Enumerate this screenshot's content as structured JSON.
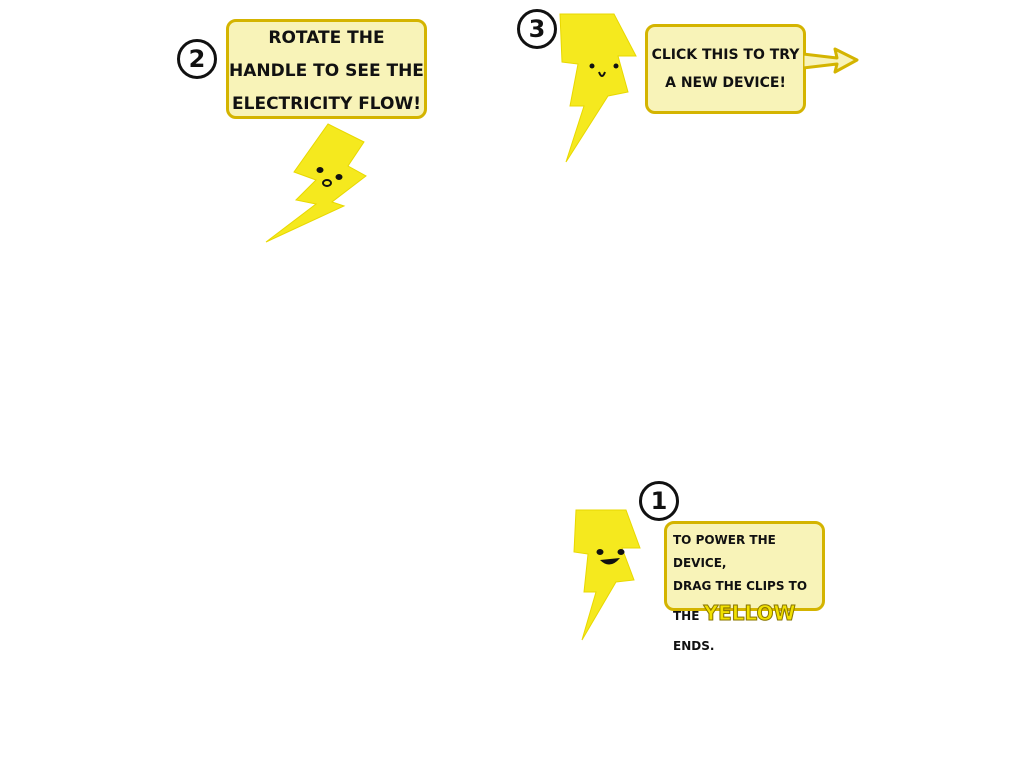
{
  "steps": {
    "one": "1",
    "two": "2",
    "three": "3"
  },
  "tip_rotate": {
    "line1": "Rotate the",
    "line2": "handle to see the",
    "line3": "electricity flow!"
  },
  "tip_new_device": {
    "line1": "Click this to try",
    "line2": "a new device!"
  },
  "tip_power": {
    "line1": "To power the device,",
    "line2": "drag the clips to",
    "line3_prefix": "the",
    "line3_highlight": "YELLOW",
    "line3_suffix": "ends."
  },
  "colors": {
    "bolt": "#f5e91e",
    "bubble_fill": "#f8f3b8",
    "bubble_border": "#d4b400",
    "highlight": "#f2e100"
  },
  "icons": {
    "bolt": "lightning-bolt-mascot-icon",
    "arrow": "arrow-right-icon"
  }
}
